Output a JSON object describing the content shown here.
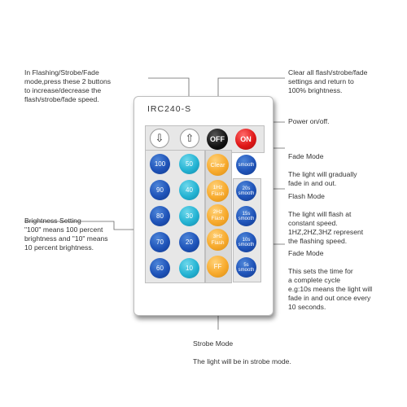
{
  "remote": {
    "model": "IRC240-S",
    "buttons": {
      "down": "⇩",
      "up": "⇧",
      "off": "OFF",
      "on": "ON",
      "clear": "Clear",
      "f1": "1Hz\nFlash",
      "f2": "2Hz\nFlash",
      "f3": "3Hz\nFlash",
      "ff": "FF",
      "smooth": "smooth",
      "s20": "20s\nsmooth",
      "s15": "15s\nsmooth",
      "s10": "10s\nsmooth",
      "s5": "5s\nsmooth",
      "brightness": [
        "100",
        "50",
        "90",
        "40",
        "80",
        "30",
        "70",
        "20",
        "60",
        "10"
      ]
    }
  },
  "notes": {
    "updown": "In Flashing/Strobe/Fade\nmode,press these 2 buttons\nto increase/decrease the\nflash/strobe/fade speed.",
    "clear": "Clear all flash/strobe/fade\nsettings and return to\n100% brightness.",
    "power": "Power on/off.",
    "fade_title": "Fade Mode",
    "fade_body": "The light will gradually\nfade in and out.",
    "flash_title": "Flash Mode",
    "flash_body": "The light will flash at\nconstant speed.\n1HZ,2HZ,3HZ represent\nthe flashing speed.",
    "fade2_title": "Fade Mode",
    "fade2_body": "This sets the time for\na complete cycle\ne.g:10s means the light will\nfade in and out once every\n10 seconds.",
    "brightness": "Brightness Setting\n\"100\" means 100 percent\nbrightness and \"10\" means\n10 percent brightness.",
    "strobe_title": "Strobe Mode",
    "strobe_body": "The light will be in strobe mode."
  },
  "colors": {
    "blue": "#1f53b8",
    "cyan": "#24b3d3",
    "orange": "#f7aa2d",
    "red": "#e01818",
    "black": "#111111"
  }
}
